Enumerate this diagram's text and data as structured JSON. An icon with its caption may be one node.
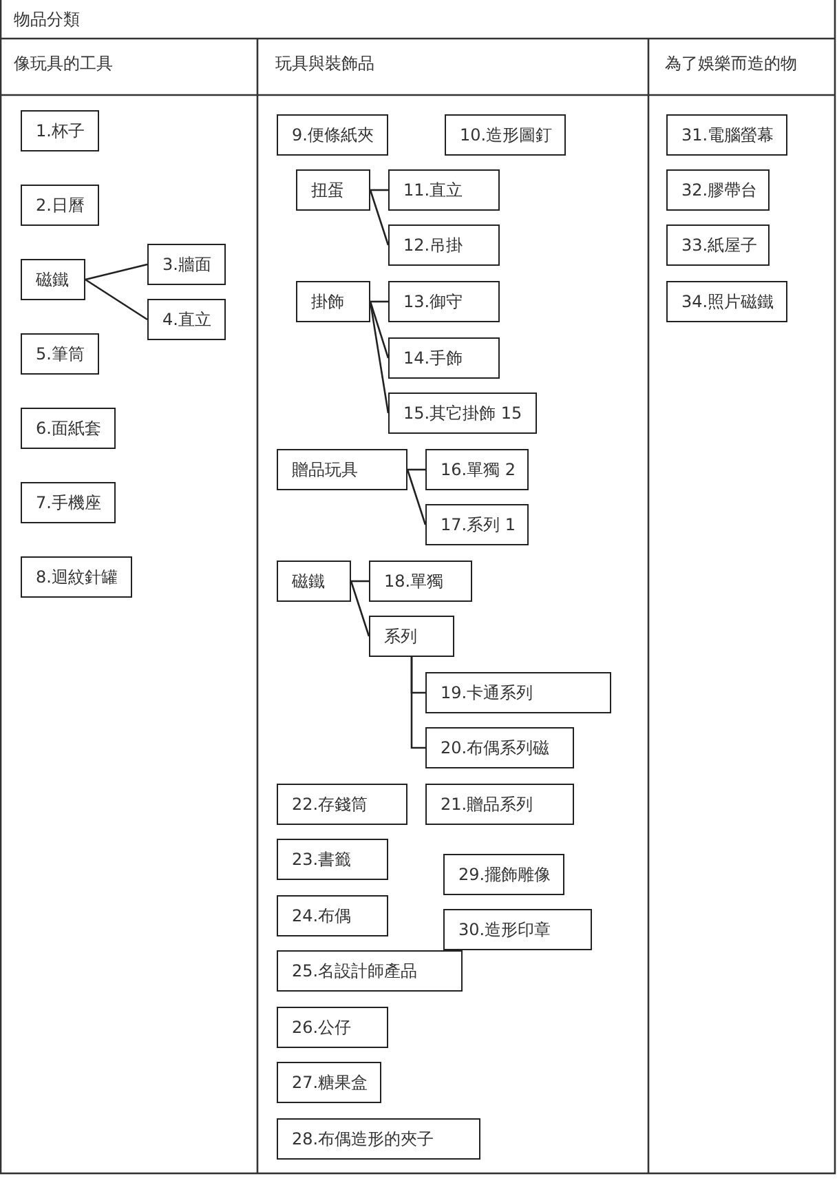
{
  "diagram": {
    "title": "物品分類",
    "labels": [
      "像玩具的工具",
      "玩具與裝飾品",
      "為了娛樂而造的物"
    ],
    "nodes": [
      {
        "text": [
          "1.杯子"
        ]
      },
      {
        "text": [
          "2.日曆"
        ]
      },
      {
        "text": [
          "磁鐵"
        ]
      },
      {
        "text": [
          "3.牆面"
        ]
      },
      {
        "text": [
          "4.直立"
        ]
      },
      {
        "text": [
          "5.筆筒"
        ]
      },
      {
        "text": [
          "6.面紙套"
        ]
      },
      {
        "text": [
          "7.手機座"
        ]
      },
      {
        "text": [
          "8.迴紋針罐"
        ]
      },
      {
        "text": [
          "9.便條紙夾"
        ]
      },
      {
        "text": [
          "10.造形圖釘"
        ]
      },
      {
        "text": [
          "扭蛋"
        ]
      },
      {
        "text": [
          "11.直立"
        ]
      },
      {
        "text": [
          "12.吊掛"
        ]
      },
      {
        "text": [
          "掛飾"
        ]
      },
      {
        "text": [
          "13.御守"
        ]
      },
      {
        "text": [
          "14.手飾"
        ]
      },
      {
        "text": [
          "15.其它掛飾 15"
        ]
      },
      {
        "text": [
          "贈品玩具"
        ]
      },
      {
        "text": [
          "16.單獨 2"
        ]
      },
      {
        "text": [
          "17.系列 1"
        ]
      },
      {
        "text": [
          "磁鐵"
        ]
      },
      {
        "text": [
          "18.單獨"
        ]
      },
      {
        "text": [
          "系列"
        ]
      },
      {
        "text": [
          "19.卡通系列"
        ]
      },
      {
        "text": [
          "20.布偶系列磁"
        ]
      },
      {
        "text": [
          "22.存錢筒"
        ]
      },
      {
        "text": [
          "21.贈品系列"
        ]
      },
      {
        "text": [
          "23.書籤"
        ]
      },
      {
        "text": [
          "29.擺飾雕像"
        ]
      },
      {
        "text": [
          "24.布偶"
        ]
      },
      {
        "text": [
          "30.造形印章"
        ]
      },
      {
        "text": [
          "25.名設計師產品"
        ]
      },
      {
        "text": [
          "26.公仔"
        ]
      },
      {
        "text": [
          "27.糖果盒"
        ]
      },
      {
        "text": [
          "28.布偶造形的夾子"
        ]
      },
      {
        "text": [
          "31.電腦螢幕"
        ]
      },
      {
        "text": [
          "32.膠帶台"
        ]
      },
      {
        "text": [
          "33.紙屋子"
        ]
      },
      {
        "text": [
          "34.照片磁鐵"
        ]
      }
    ],
    "edges": [
      {
        "from": 2,
        "to": 3,
        "arrow": "none"
      },
      {
        "from": 2,
        "to": 4,
        "arrow": "none"
      },
      {
        "from": 11,
        "to": 12,
        "arrow": "none"
      },
      {
        "from": 11,
        "to": 13,
        "arrow": "none"
      },
      {
        "from": 14,
        "to": 15,
        "arrow": "none"
      },
      {
        "from": 14,
        "to": 16,
        "arrow": "none"
      },
      {
        "from": 14,
        "to": 17,
        "arrow": "none"
      },
      {
        "from": 18,
        "to": 19,
        "arrow": "none"
      },
      {
        "from": 18,
        "to": 20,
        "arrow": "none"
      },
      {
        "from": 21,
        "to": 22,
        "arrow": "none"
      },
      {
        "from": 21,
        "to": 23,
        "arrow": "none"
      },
      {
        "from": 23,
        "to": 24,
        "arrow": "none"
      },
      {
        "from": 23,
        "to": 25,
        "arrow": "none"
      }
    ]
  }
}
